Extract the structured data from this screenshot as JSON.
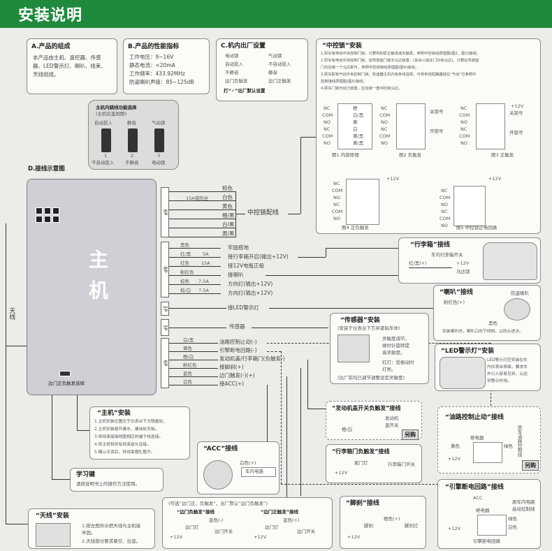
{
  "header": {
    "title": "安装说明"
  },
  "section_a": {
    "title": "A.产品的组成",
    "lines": [
      "本产品由主机、遥控器、传感",
      "器、LED警示灯、喇叭、线束、",
      "天线组成。"
    ]
  },
  "section_b": {
    "title": "B.产品的性能指标",
    "lines": [
      "工作电压：9~16V",
      "静态电流：<20mA",
      "工作频率：433.92MHz",
      "防盗喇叭声级：85~125dB"
    ]
  },
  "section_c": {
    "title": "C.机内出厂设置",
    "items": [
      "电动锁",
      "气动锁",
      "自动投入",
      "不自动投入",
      "不静音",
      "静音",
      "边门负触发",
      "边门正触发"
    ],
    "note": "打“✓”出厂默认设置"
  },
  "jumper_box": {
    "title": "主机内跳线功能选择",
    "subtitle": "(主机后盖视图)",
    "top_labels": [
      "自动投入",
      "静音",
      "气动锁"
    ],
    "numbers": [
      "1",
      "2",
      "3"
    ],
    "bottom_labels": [
      "不自动投入",
      "不静音",
      "电动锁"
    ]
  },
  "section_d": {
    "title": "D.接线示意图"
  },
  "host": {
    "label": "主机",
    "switch_label": "边门正负触发选择"
  },
  "antenna_label": "天线",
  "connectors": {
    "c6p_1": "6P",
    "c8p": "8P",
    "c2p": "2P",
    "c3p": "3P",
    "c6p_2": "6P"
  },
  "lock_wires": {
    "fuse": "15A保险丝",
    "colors": [
      "棕色",
      "白色",
      "黄色",
      "橙/黑",
      "白/黑",
      "黄/黑"
    ],
    "label": "中控锁配线"
  },
  "power_wires": {
    "colors": [
      "黑色",
      "红/黑",
      "红色",
      "粉红色",
      "棕色",
      "棕/白"
    ],
    "fuses": [
      "5A",
      "15A",
      "7.5A",
      "7.5A"
    ],
    "labels": [
      "牢固搭地",
      "接行李箱开启(输出+12V)",
      "接12V电瓶正极",
      "接喇叭",
      "方向灯(输出+12V)",
      "方向灯(输出+12V)"
    ]
  },
  "led_wire": {
    "label": "接LED警示灯"
  },
  "sensor_wire": {
    "label": "传感器"
  },
  "trigger_wires": {
    "colors": [
      "白/黑",
      "黄色",
      "橙/白",
      "粉红色",
      "蓝色",
      "白色"
    ],
    "labels": [
      "油路控制止动(-)",
      "引擎断电回路(-)",
      "发动机盖/行李箱门(负触发-)",
      "接脚刹(+)",
      "边门触发(-)(+)",
      "接ACC(+)"
    ]
  },
  "central_lock": {
    "title": "“中控锁”安装",
    "notes": [
      "1.原车有电动中央控制门锁，只要判别原正触发或负触发，参照中控锁线原理图(图2、图3)接线；",
      "2.原车有电动中央控制门锁，但驾驶座门锁无马达装置，(其余三座车门内有马达)，只要在驾驶座",
      "门内加装一个马达即可，参照中控锁接线原理图(图4)接线；",
      "3.原车配有气动中央控制门锁，防盗器主机内有条线选择，可将条线短路器插在“气动”位参照中",
      "控锁接线原理图(图5)接线；",
      "4.原车门锁无动力装置，应加装一套中控锁马达。"
    ],
    "fig_labels": [
      "图1 内部原理",
      "图2 负触发",
      "图3 正触发",
      "图4 正负触发",
      "图5 中控锁正电回路"
    ],
    "nc": "NC",
    "com": "COM",
    "no": "NO",
    "schem_colors": [
      "橙",
      "白/黑",
      "黄",
      "白",
      "黄/黑",
      "黄/黑"
    ],
    "lock_on": "关锁号",
    "lock_off": "开锁号",
    "v12": "+12V"
  },
  "trunk": {
    "title": "“行李箱”接线",
    "lines": [
      "车内行李箱开关",
      "红/黑(+)",
      "+12V",
      "马达锁"
    ]
  },
  "horn": {
    "title": "“喇叭”接线",
    "lines": [
      "防盗喇叭",
      "粉红色(+)",
      "黑色",
      "安装喇叭时，喇叭口向下倾斜，以防止进水。"
    ]
  },
  "sensor": {
    "title": "“传感器”安装",
    "subtitle": "(安装于仪表台下方并紧贴车体)",
    "lines": [
      "灵敏度调节，",
      "顺时针旋转提",
      "高灵敏度。",
      "红灯：受振动时",
      "灯亮。"
    ],
    "footer": "(出厂前均已调节调整设定灵敏度)"
  },
  "led": {
    "title": "“LED警示灯”安装",
    "lines": [
      "LED警示灯应安装在车",
      "内仪表台表面，要求车",
      "外行人容易见到，以达",
      "到警示作用。"
    ]
  },
  "host_install": {
    "title": "“主机”安装",
    "lines": [
      "1.主机安装位置应于仪表台下方隐蔽处。",
      "2.主机安装避开漏水、漏油处安装。",
      "3.将线束接接线图相应的端子线连接。",
      "4.将主机和所有线束接头连接。",
      "5.确认无误后，将线束捆扎整齐。"
    ]
  },
  "learn": {
    "title": "学习键",
    "lines": [
      "请按说明书上的操作方法使用。"
    ]
  },
  "antenna": {
    "title": "“天线”安装",
    "lines": [
      "1.按左图所示把天线与主机接",
      "牢固。",
      "2.天线部分要求悬空、拉直。"
    ]
  },
  "acc": {
    "title": "“ACC”接线",
    "lines": [
      "白色(+)",
      "车内电路"
    ]
  },
  "hood": {
    "title": "“发动机盖开关负触发”接线",
    "lines": [
      "发动机",
      "盖开关",
      "橙/白"
    ],
    "tag": "另购"
  },
  "trunk_door": {
    "title": "“行李箱门负触发”接线",
    "lines": [
      "尾门灯",
      "行李箱门开关",
      "+12V"
    ]
  },
  "door": {
    "title": "(可选“边门正、负触发”，出厂默认“边门负触发”)",
    "neg_title": "“边门负触发”接线",
    "pos_title": "“边门正触发”接线",
    "lines": [
      "边门灯",
      "蓝色(-)",
      "边门开关",
      "+12V",
      "蓝色(+)"
    ]
  },
  "brake": {
    "title": "“脚刹”接线",
    "lines": [
      "脚刹",
      "橙色(+)",
      "脚刹灯",
      "+12V"
    ]
  },
  "oil": {
    "title": "“油路控制止动”接线",
    "lines": [
      "原车油路控制线",
      "继电器",
      "黄色",
      "绿色",
      "+12V"
    ],
    "tag": "另购"
  },
  "engine": {
    "title": "“引擎断电回路”接线",
    "lines": [
      "ACC",
      "原车内电路",
      "启动控制线",
      "继电器",
      "绿色",
      "白色",
      "引擎断电回路",
      "+12V"
    ]
  }
}
